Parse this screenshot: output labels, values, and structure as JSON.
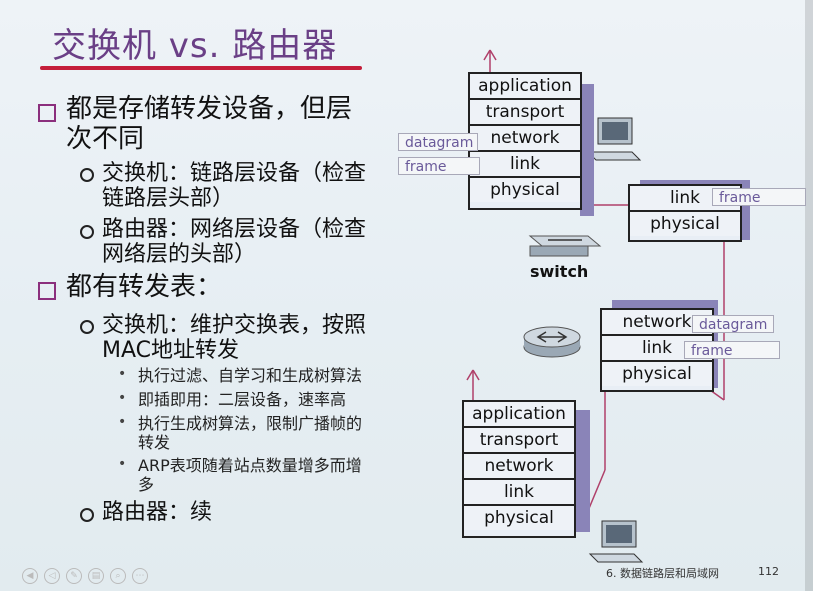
{
  "slide": {
    "title": "交换机 vs. 路由器",
    "bullets": [
      {
        "text_line1": "都是存储转发设备，但层",
        "text_line2": "次不同",
        "sub": [
          {
            "line1": "交换机：链路层设备（检查",
            "line2": "链路层头部）"
          },
          {
            "line1": "路由器：网络层设备（检查",
            "line2": "网络层的头部）"
          }
        ]
      },
      {
        "text_line1": "都有转发表：",
        "sub": [
          {
            "line1": "交换机：维护交换表，按照",
            "line2": "MAC地址转发",
            "items": [
              {
                "line1": "执行过滤、自学习和生成树算法"
              },
              {
                "line1": "即插即用：二层设备，速率高"
              },
              {
                "line1": "执行生成树算法，限制广播帧的",
                "line2": "转发"
              },
              {
                "line1": "ARP表项随着站点数量增多而增",
                "line2": "多"
              }
            ]
          },
          {
            "line1": "路由器：续"
          }
        ]
      }
    ],
    "footer": "6. 数据链路层和局域网",
    "page_number": "112"
  },
  "diagram": {
    "top_host_stack": [
      "application",
      "transport",
      "network",
      "link",
      "physical"
    ],
    "switch_stack": [
      "link",
      "physical"
    ],
    "router_stack": [
      "network",
      "link",
      "physical"
    ],
    "bottom_host_stack": [
      "application",
      "transport",
      "network",
      "link",
      "physical"
    ],
    "switch_label": "switch",
    "pdu_datagram": "datagram",
    "pdu_frame": "frame",
    "switch_frame": "frame",
    "router_datagram": "datagram",
    "router_frame": "frame",
    "colors": {
      "title": "#6a3f86",
      "underline": "#c41e3a",
      "path": "#b0406a",
      "shadow": "#8a84b8"
    }
  }
}
